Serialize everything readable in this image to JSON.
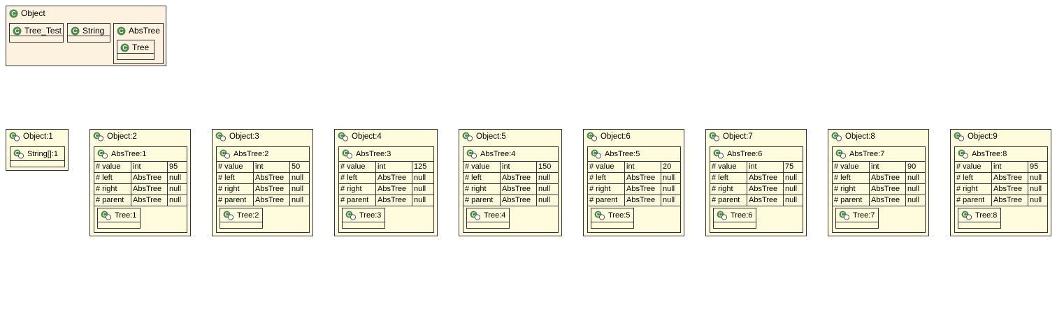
{
  "class_diagram": {
    "root": "Object",
    "children": [
      "Tree_Test",
      "String",
      "AbsTree"
    ],
    "nested": "Tree"
  },
  "object1": {
    "title": "Object:1",
    "inner": "String[]:1"
  },
  "field_names": [
    "# value",
    "# left",
    "# right",
    "# parent"
  ],
  "objects": [
    {
      "title": "Object:2",
      "abs": "AbsTree:1",
      "value": "95",
      "tree": "Tree:1"
    },
    {
      "title": "Object:3",
      "abs": "AbsTree:2",
      "value": "50",
      "tree": "Tree:2"
    },
    {
      "title": "Object:4",
      "abs": "AbsTree:3",
      "value": "125",
      "tree": "Tree:3"
    },
    {
      "title": "Object:5",
      "abs": "AbsTree:4",
      "value": "150",
      "tree": "Tree:4"
    },
    {
      "title": "Object:6",
      "abs": "AbsTree:5",
      "value": "20",
      "tree": "Tree:5"
    },
    {
      "title": "Object:7",
      "abs": "AbsTree:6",
      "value": "75",
      "tree": "Tree:6"
    },
    {
      "title": "Object:8",
      "abs": "AbsTree:7",
      "value": "90",
      "tree": "Tree:7"
    },
    {
      "title": "Object:9",
      "abs": "AbsTree:8",
      "value": "95",
      "tree": "Tree:8"
    }
  ],
  "field_types": [
    "int",
    "AbsTree",
    "AbsTree",
    "AbsTree"
  ],
  "ref_values": [
    "null",
    "null",
    "null"
  ],
  "colors": {
    "class_fill": "#fdf2e0",
    "object_fill": "#fefcdd",
    "icon_green": "#4a8a4a"
  }
}
